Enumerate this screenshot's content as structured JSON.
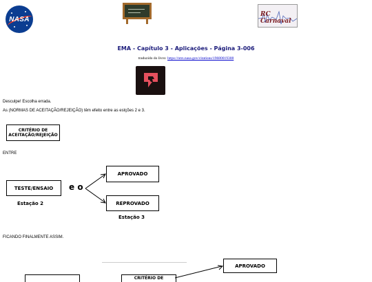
{
  "header": {
    "nasa_logo_text": "NASA",
    "rc_logo_text": "RC Carnaval"
  },
  "page": {
    "title": "EMA - Capítulo 3 - Aplicações - Página 3-006",
    "subtitle_prefix": "traduzido do livro: ",
    "subtitle_link": "https://ntrs.nasa.gov/citations/19680019308"
  },
  "feedback": {
    "sorry_text": "Desculpe! Escolha errada.",
    "explanation_text": "As (NORMAS DE ACEITAÇÃO/REJEIÇÃO) têm efeito entre as estções 2 e 3."
  },
  "diagram1": {
    "criteria_box": "CRITÉRIO DE ACEITAÇÃO/REJEIÇÃO"
  },
  "entre_text": "ENTRE",
  "diagram2": {
    "test_box": "TESTE/ENSAIO",
    "eo": "e o",
    "approved": "APROVADO",
    "rejected": "REPROVADO",
    "station2": "Estação 2",
    "station3": "Estação 3"
  },
  "final_text": "FICANDO FINALMENTE ASSIM.",
  "diagram3": {
    "approved": "APROVADO",
    "criteria_partial": "CRITÉRIO DE"
  }
}
